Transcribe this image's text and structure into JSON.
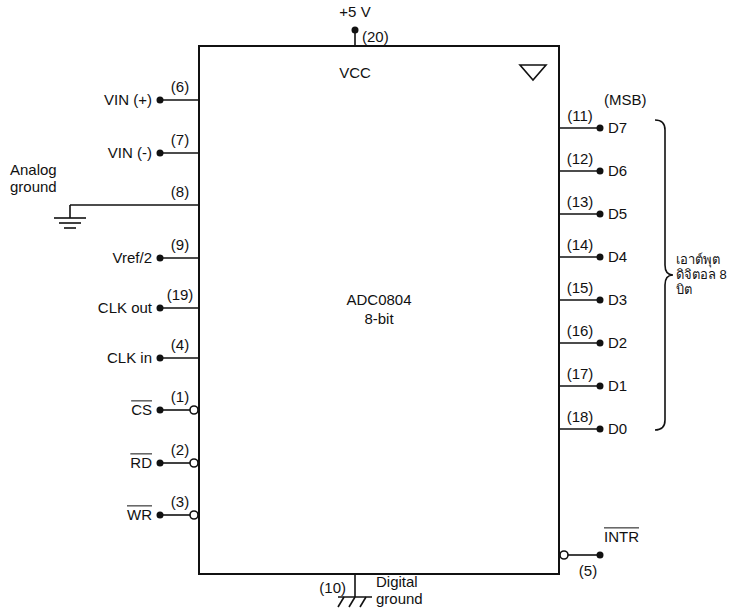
{
  "diagram": {
    "nodes": [
      {
        "text": [
          "ADC0804 8-bit"
        ]
      }
    ],
    "labels": [
      "+5 V",
      "(20)",
      "VCC",
      "(6)",
      "VIN (+)",
      "(7)",
      "VIN (-)",
      "(8)",
      "Analog ground",
      "(9)",
      "Vref/2",
      "(19)",
      "CLK out",
      "(4)",
      "CLK in",
      "(1)",
      "CS",
      "(2)",
      "RD",
      "(3)",
      "WR",
      "(11)",
      "(MSB)",
      "D7",
      "(12)",
      "D6",
      "(13)",
      "D5",
      "(14)",
      "D4",
      "(15)",
      "D3",
      "(16)",
      "D2",
      "(17)",
      "D1",
      "(18)",
      "D0",
      "INTR",
      "(5)",
      "(10)",
      "Digital ground",
      "เอาต์พุตดิจิตอล 8 บิต"
    ]
  }
}
